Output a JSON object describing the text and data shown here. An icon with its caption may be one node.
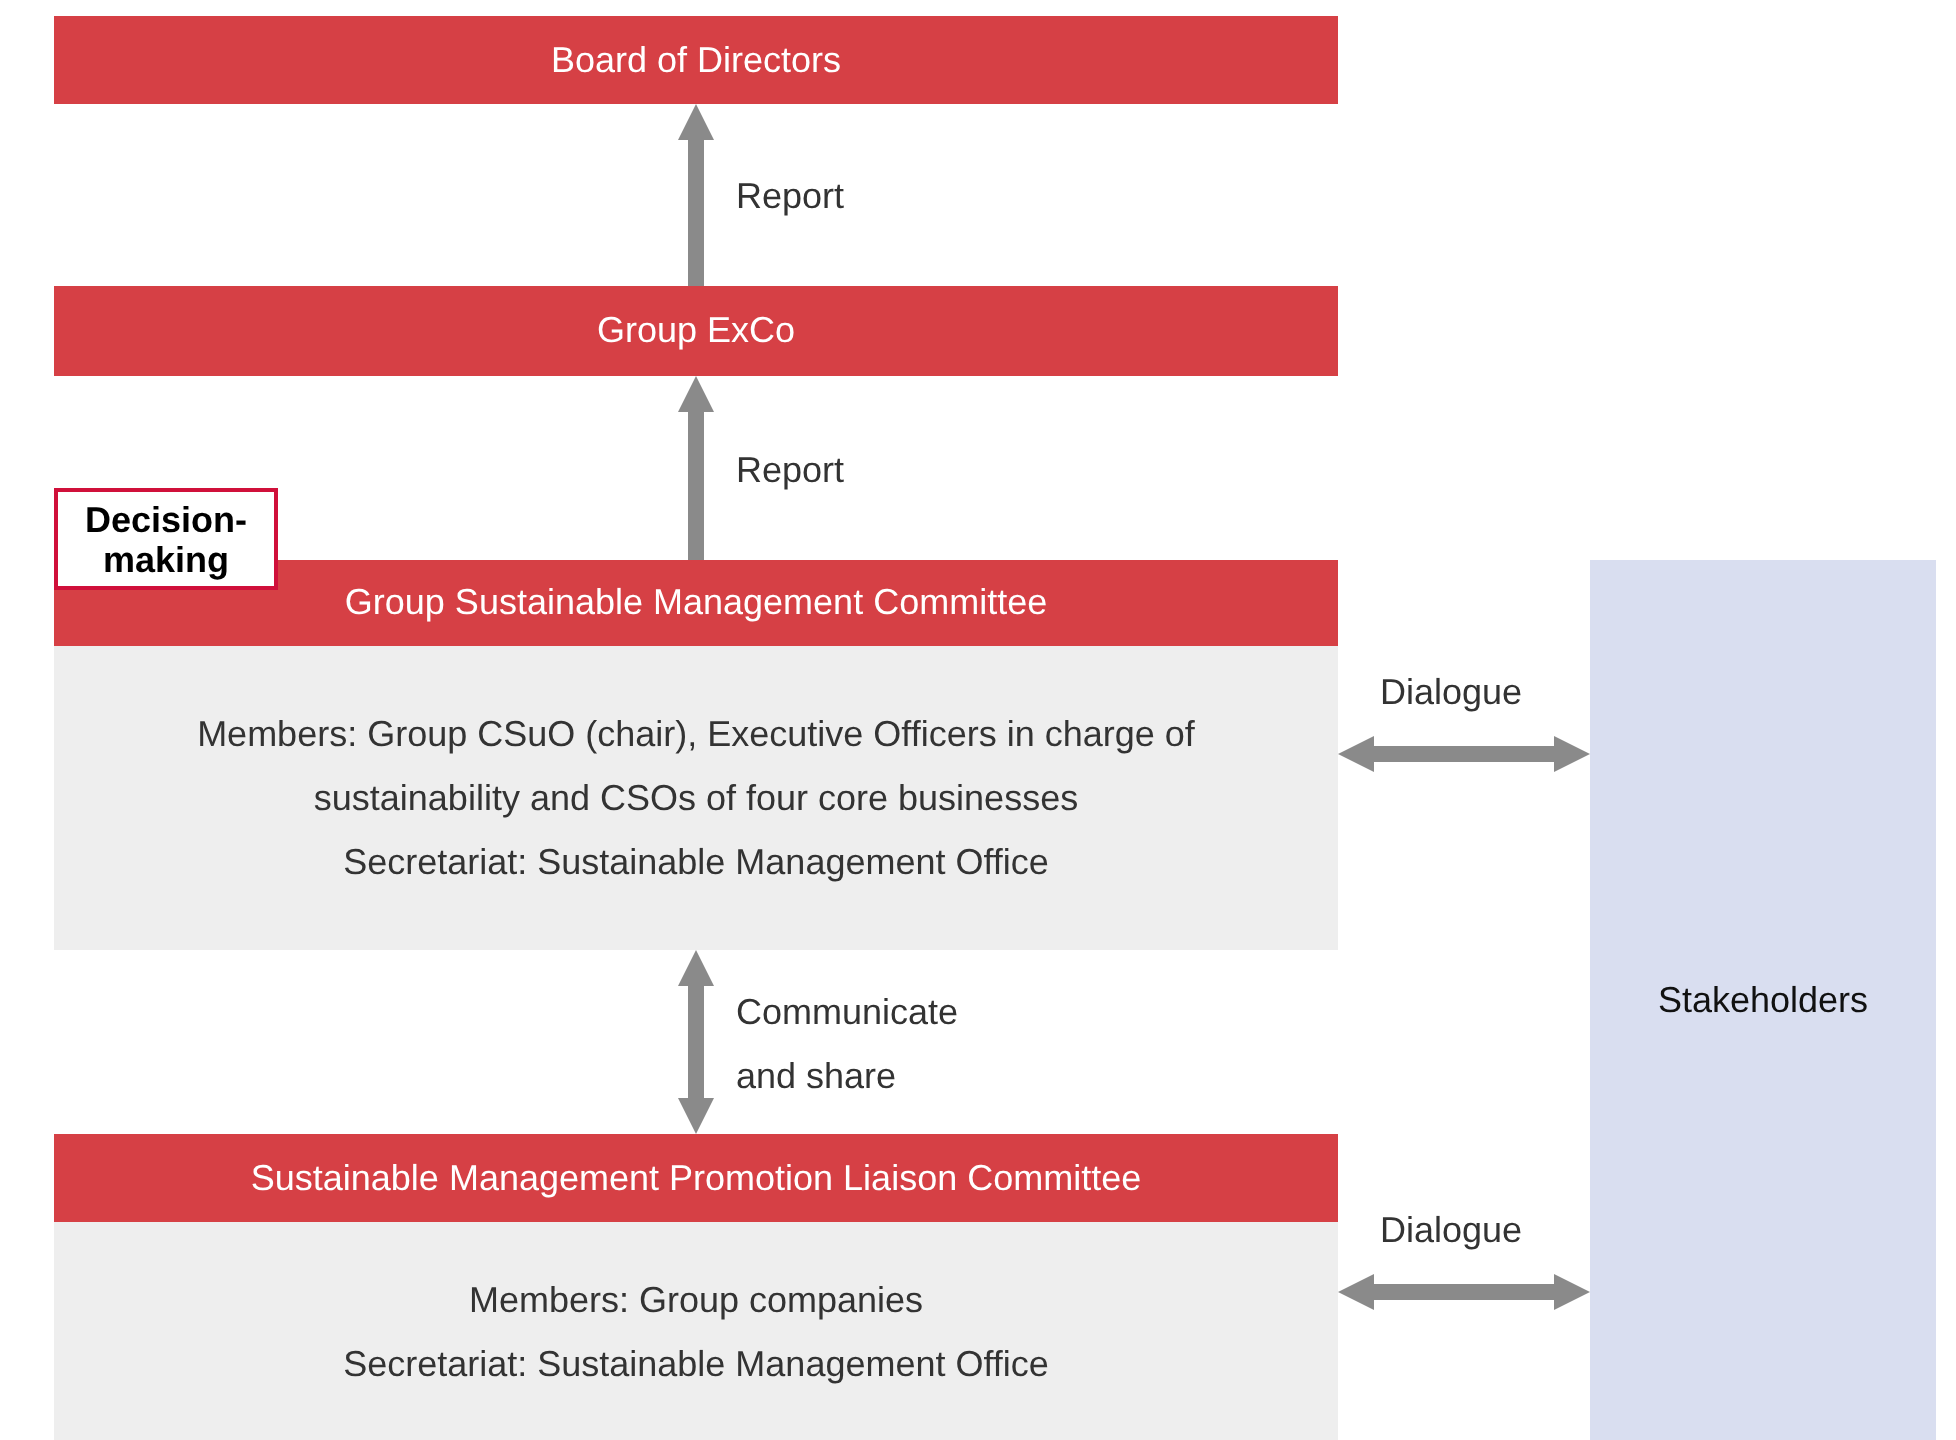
{
  "diagram": {
    "nodes": [
      {
        "text": [
          "Board of Directors"
        ]
      },
      {
        "text": [
          "Group ExCo"
        ]
      },
      {
        "text": [
          "Decision-making"
        ]
      },
      {
        "text": [
          "Group Sustainable Management Committee",
          "Members: Group CSuO (chair), Executive Officers in charge of sustainability and CSOs of four core businesses",
          "Secretariat: Sustainable Management Office"
        ]
      },
      {
        "text": [
          "Sustainable Management Promotion Liaison Committee",
          "Members: Group companies",
          "Secretariat: Sustainable Management Office"
        ]
      },
      {
        "text": [
          "Stakeholders"
        ]
      }
    ],
    "edges": [
      {
        "from": 1,
        "to": 0,
        "arrow": "to",
        "label": "Report"
      },
      {
        "from": 3,
        "to": 1,
        "arrow": "to",
        "label": "Report"
      },
      {
        "from": 3,
        "to": 4,
        "arrow": "both",
        "label": "Communicate and share"
      },
      {
        "from": 3,
        "to": 5,
        "arrow": "both",
        "label": "Dialogue"
      },
      {
        "from": 4,
        "to": 5,
        "arrow": "both",
        "label": "Dialogue"
      }
    ]
  }
}
